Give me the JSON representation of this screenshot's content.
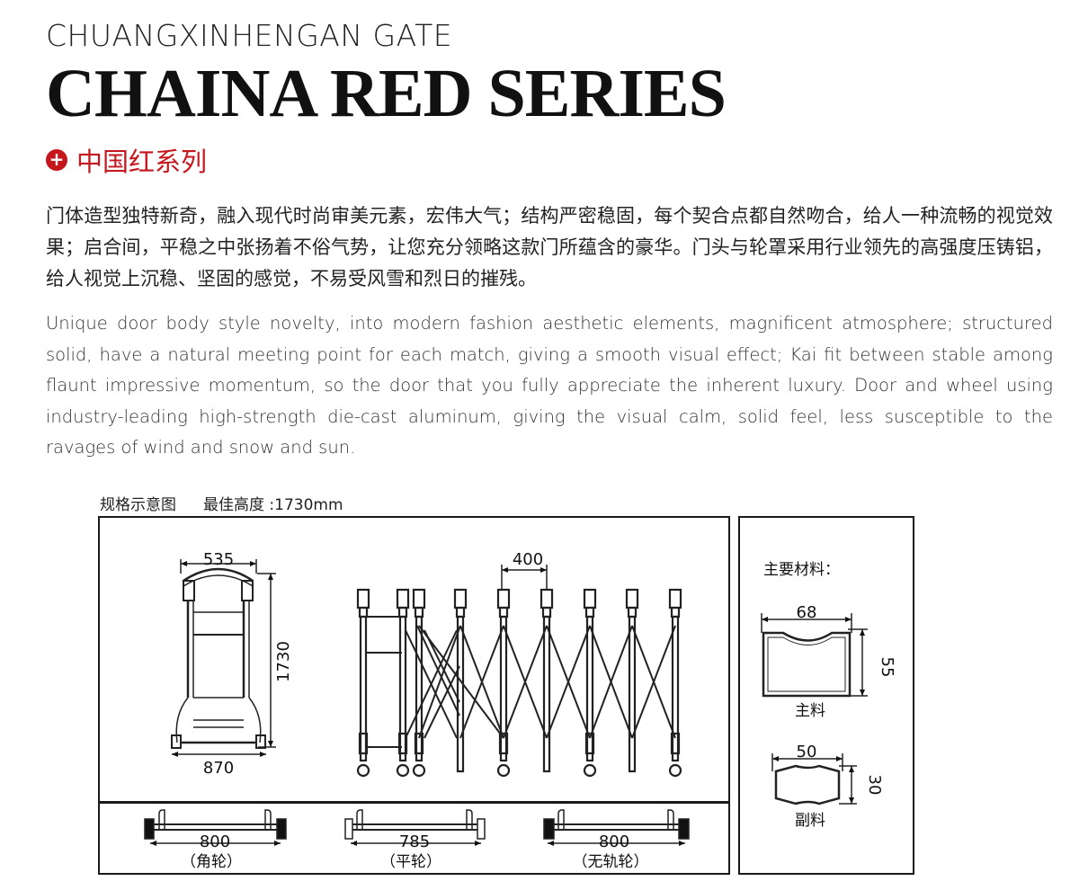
{
  "header": {
    "brand": "CHUANGXINHENGAN GATE",
    "title": "CHAINA RED SERIES",
    "subtitle": "中国红系列",
    "badge_symbol": "+"
  },
  "description": {
    "cn": "门体造型独特新奇，融入现代时尚审美元素，宏伟大气；结构严密稳固，每个契合点都自然吻合，给人一种流畅的视觉效果；启合间，平稳之中张扬着不俗气势，让您充分领略这款门所蕴含的豪华。门头与轮罩采用行业领先的高强度压铸铝，给人视觉上沉稳、坚固的感觉，不易受风雪和烈日的摧残。",
    "en": "Unique door body style novelty, into modern fashion aesthetic elements, magnificent atmosphere; structured solid, have a natural meeting point for each match, giving a smooth visual effect; Kai fit between stable among flaunt impressive momentum, so the door that you fully appreciate the inherent luxury. Door and wheel using industry-leading high-strength die-cast aluminum, giving the visual calm, solid feel, less susceptible to the ravages of wind and snow and sun."
  },
  "spec": {
    "diagram_label": "规格示意图",
    "height_label": "最佳高度 :1730mm",
    "side_view": {
      "top_width": "535",
      "bottom_width": "870",
      "height": "1730"
    },
    "front_view": {
      "spacing": "400"
    },
    "wheels": [
      {
        "width": "800",
        "label": "（角轮）"
      },
      {
        "width": "785",
        "label": "（平轮）"
      },
      {
        "width": "800",
        "label": "（无轨轮）"
      }
    ],
    "materials": {
      "title": "主要材料：",
      "main": {
        "width": "68",
        "height": "55",
        "label": "主料"
      },
      "secondary": {
        "width": "50",
        "height": "30",
        "label": "副料"
      }
    }
  },
  "colors": {
    "accent": "#c4161c",
    "ink": "#1a1a1a"
  }
}
